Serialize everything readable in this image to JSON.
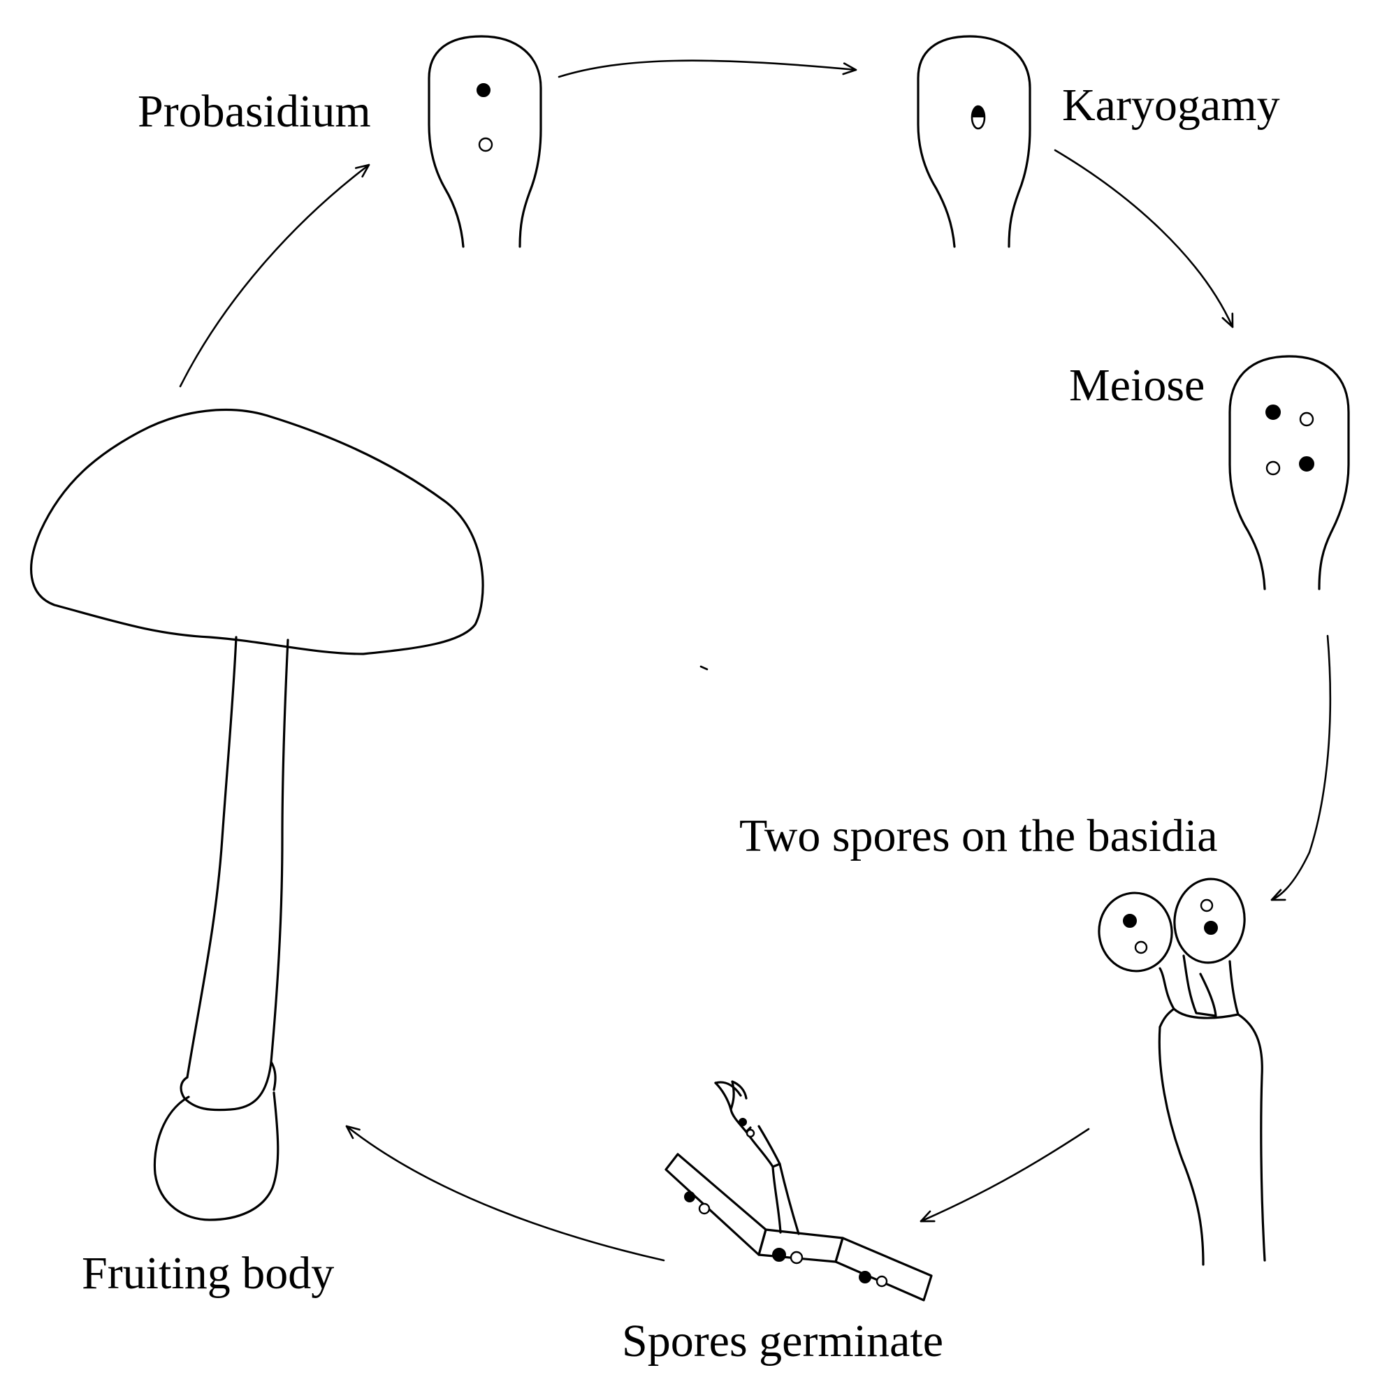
{
  "diagram": {
    "stages": {
      "probasidium": "Probasidium",
      "karyogamy": "Karyogamy",
      "meiose": "Meiose",
      "two_spores": "Two spores on the basidia",
      "spores_germinate": "Spores germinate",
      "fruiting_body": "Fruiting body"
    },
    "colors": {
      "ink": "#000000",
      "background": "#ffffff"
    }
  }
}
